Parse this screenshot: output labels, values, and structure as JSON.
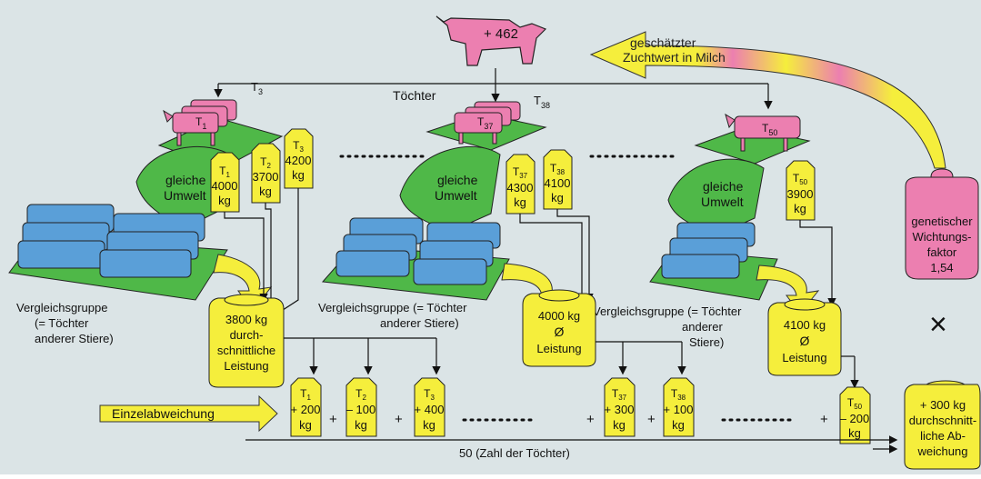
{
  "bull": {
    "value": "+ 462"
  },
  "arrow_label": {
    "line1": "geschätzter",
    "line2": "Zuchtwert in Milch"
  },
  "toechter_label": "Töchter",
  "daughter_labels": {
    "t1": "T",
    "t1_sub": "1",
    "t3": "T",
    "t3_sub": "3",
    "t37": "T",
    "t37_sub": "37",
    "t38": "T",
    "t38_sub": "38",
    "t50": "T",
    "t50_sub": "50"
  },
  "environment_label": {
    "line1": "gleiche",
    "line2": "Umwelt"
  },
  "group_labels": [
    {
      "line1": "Vergleichsgruppe",
      "line2": "(= Töchter",
      "line3": "anderer Stiere)"
    },
    {
      "line1": "Vergleichsgruppe (= Töchter",
      "line2": "anderer Stiere)"
    },
    {
      "line1": "Vergleichsgruppe (= Töchter",
      "line2": "anderer",
      "line3": "Stiere)"
    }
  ],
  "yields": [
    {
      "id": "T",
      "sub": "1",
      "value": "4000",
      "unit": "kg"
    },
    {
      "id": "T",
      "sub": "2",
      "value": "3700",
      "unit": "kg"
    },
    {
      "id": "T",
      "sub": "3",
      "value": "4200",
      "unit": "kg"
    },
    {
      "id": "T",
      "sub": "37",
      "value": "4300",
      "unit": "kg"
    },
    {
      "id": "T",
      "sub": "38",
      "value": "4100",
      "unit": "kg"
    },
    {
      "id": "T",
      "sub": "50",
      "value": "3900",
      "unit": "kg"
    }
  ],
  "averages": [
    {
      "line1": "3800 kg",
      "line2": "durch-",
      "line3": "schnittliche",
      "line4": "Leistung"
    },
    {
      "line1": "4000 kg",
      "line2": "Ø",
      "line3": "Leistung"
    },
    {
      "line1": "4100 kg",
      "line2": "Ø",
      "line3": "Leistung"
    }
  ],
  "deviations": [
    {
      "id": "T",
      "sub": "1",
      "value": "+ 200",
      "unit": "kg"
    },
    {
      "id": "T",
      "sub": "2",
      "value": "– 100",
      "unit": "kg"
    },
    {
      "id": "T",
      "sub": "3",
      "value": "+ 400",
      "unit": "kg"
    },
    {
      "id": "T",
      "sub": "37",
      "value": "+ 300",
      "unit": "kg"
    },
    {
      "id": "T",
      "sub": "38",
      "value": "+ 100",
      "unit": "kg"
    },
    {
      "id": "T",
      "sub": "50",
      "value": "– 200",
      "unit": "kg"
    }
  ],
  "plus_sign": "+",
  "einzel_label": "Einzelabweichung",
  "count_label": "50 (Zahl der Töchter)",
  "weight": {
    "line1": "genetischer",
    "line2": "Wichtungs-",
    "line3": "faktor",
    "line4": "1,54"
  },
  "times_sign": "×",
  "result": {
    "line1": "+ 300 kg",
    "line2": "durchschnitt-",
    "line3": "liche Ab-",
    "line4": "weichung"
  },
  "colors": {
    "pink": "#ec7fb0",
    "blue": "#5a9fd8",
    "green": "#4fb848",
    "yellow": "#f5ee3c",
    "background": "#dbe4e6"
  }
}
